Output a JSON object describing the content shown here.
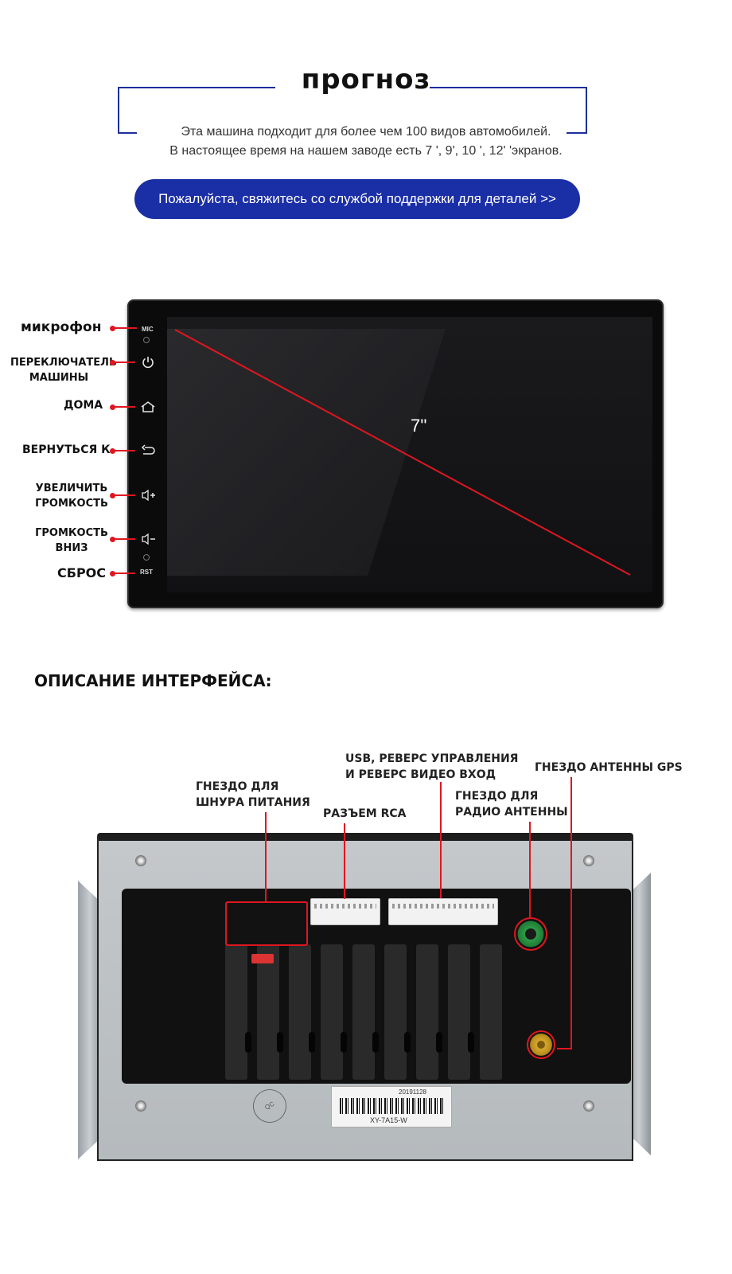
{
  "header": {
    "title": "прогноз",
    "description_line1": "Эта машина подходит для более чем 100 видов автомобилей.",
    "description_line2": "В настоящее время на нашем заводе есть 7 ', 9', 10 ', 12' 'экранов.",
    "contact_button": "Пожалуйста, свяжитесь со службой поддержки для деталей >>",
    "accent_color": "#1a2ea5"
  },
  "front_panel": {
    "screen_size_label": "7''",
    "mic_tag": "MIC",
    "rst_tag": "RST",
    "labels": {
      "mic": "микрофон",
      "power_line1": "ПЕРЕКЛЮЧАТЕЛЬ",
      "power_line2": "МАШИНЫ",
      "home": "ДОМА",
      "back": "ВЕРНУТЬСЯ К",
      "vol_up_line1": "УВЕЛИЧИТЬ",
      "vol_up_line2": "ГРОМКОСТЬ",
      "vol_down_line1": "ГРОМКОСТЬ",
      "vol_down_line2": "ВНИЗ",
      "reset": "СБРОС"
    },
    "icons": [
      "power-icon",
      "home-icon",
      "back-icon",
      "volume-up-icon",
      "volume-down-icon"
    ]
  },
  "interface": {
    "section_title": "ОПИСАНИЕ ИНТЕРФЕЙСА:",
    "power_socket_line1": "ГНЕЗДО  ДЛЯ",
    "power_socket_line2": "ШНУРА  ПИТАНИЯ",
    "rca": "РАЗЪЕМ RCA",
    "usb_line1": "USB, РЕВЕРС УПРАВЛЕНИЯ",
    "usb_line2": "И РЕВЕРС ВИДЕО ВХОД",
    "radio_line1": "ГНЕЗДО ДЛЯ",
    "radio_line2": "РАДИО АНТЕННЫ",
    "gps": "ГНЕЗДО АНТЕННЫ GPS",
    "sticker_model": "XY-7A15-W",
    "sticker_date": "20191128",
    "highlight_color": "#e0161f"
  }
}
